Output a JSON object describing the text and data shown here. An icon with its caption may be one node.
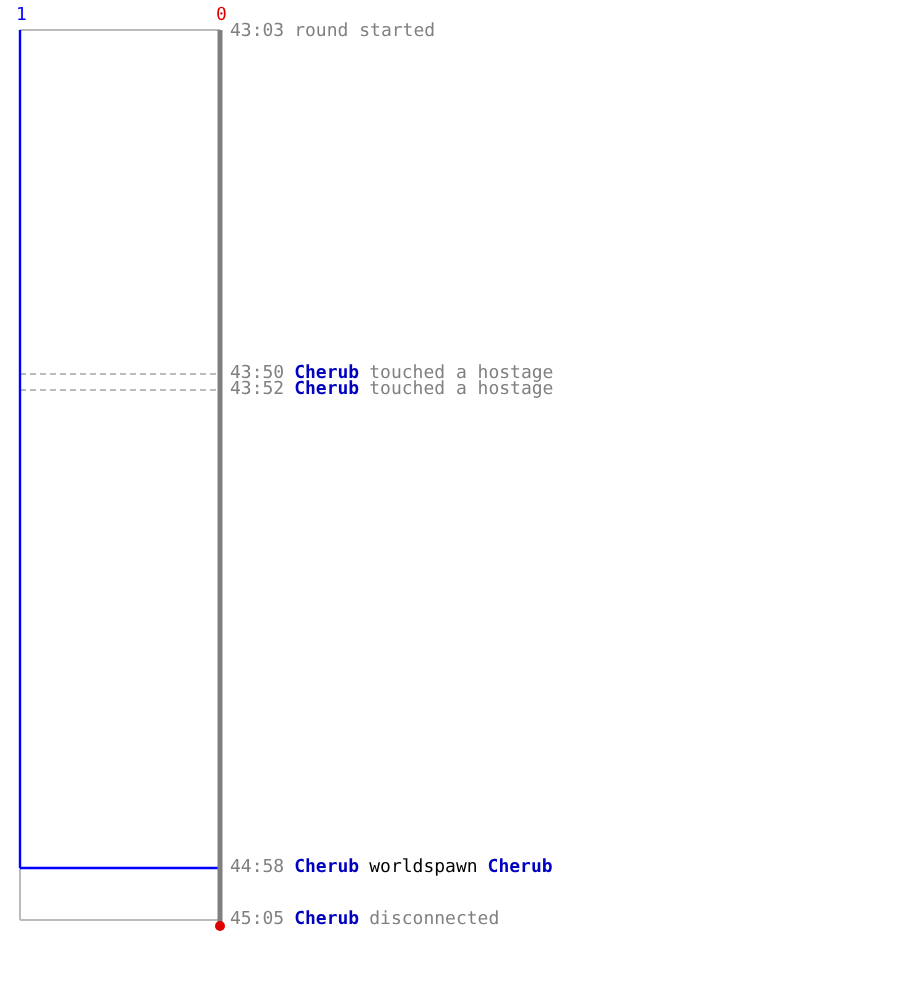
{
  "diagram": {
    "labels": [
      "1",
      "0",
      "43:03",
      "round started",
      "43:50",
      "Cherub",
      "touched a hostage",
      "43:52",
      "Cherub",
      "touched a hostage",
      "44:58",
      "Cherub",
      "worldspawn",
      "Cherub",
      "45:05",
      "Cherub",
      "disconnected"
    ]
  }
}
